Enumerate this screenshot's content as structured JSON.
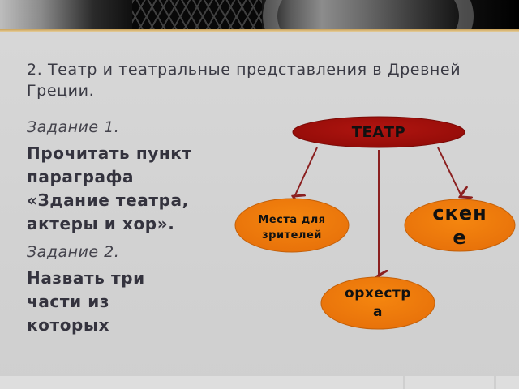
{
  "slide": {
    "title": "2. Театр и театральные представления в Древней Греции.",
    "tasks": [
      {
        "label": "Задание 1.",
        "text": "Прочитать пункт параграфа «Здание театра, актеры и хор»."
      },
      {
        "label": "Задание 2.",
        "text": "Назвать три части из которых"
      }
    ]
  },
  "diagram": {
    "root": {
      "label": "ТЕАТР",
      "color": "#a50f0a"
    },
    "children": [
      {
        "label": "Места для зрителей",
        "color": "#f07d0d"
      },
      {
        "label": "скене",
        "color": "#f07d0d"
      },
      {
        "label": "орхестра",
        "color": "#f07d0d"
      }
    ],
    "arrow_color": "#8b2020"
  },
  "colors": {
    "background": "#d4d4d4",
    "accent_gold": "#c9a25a",
    "text": "#34333e"
  }
}
